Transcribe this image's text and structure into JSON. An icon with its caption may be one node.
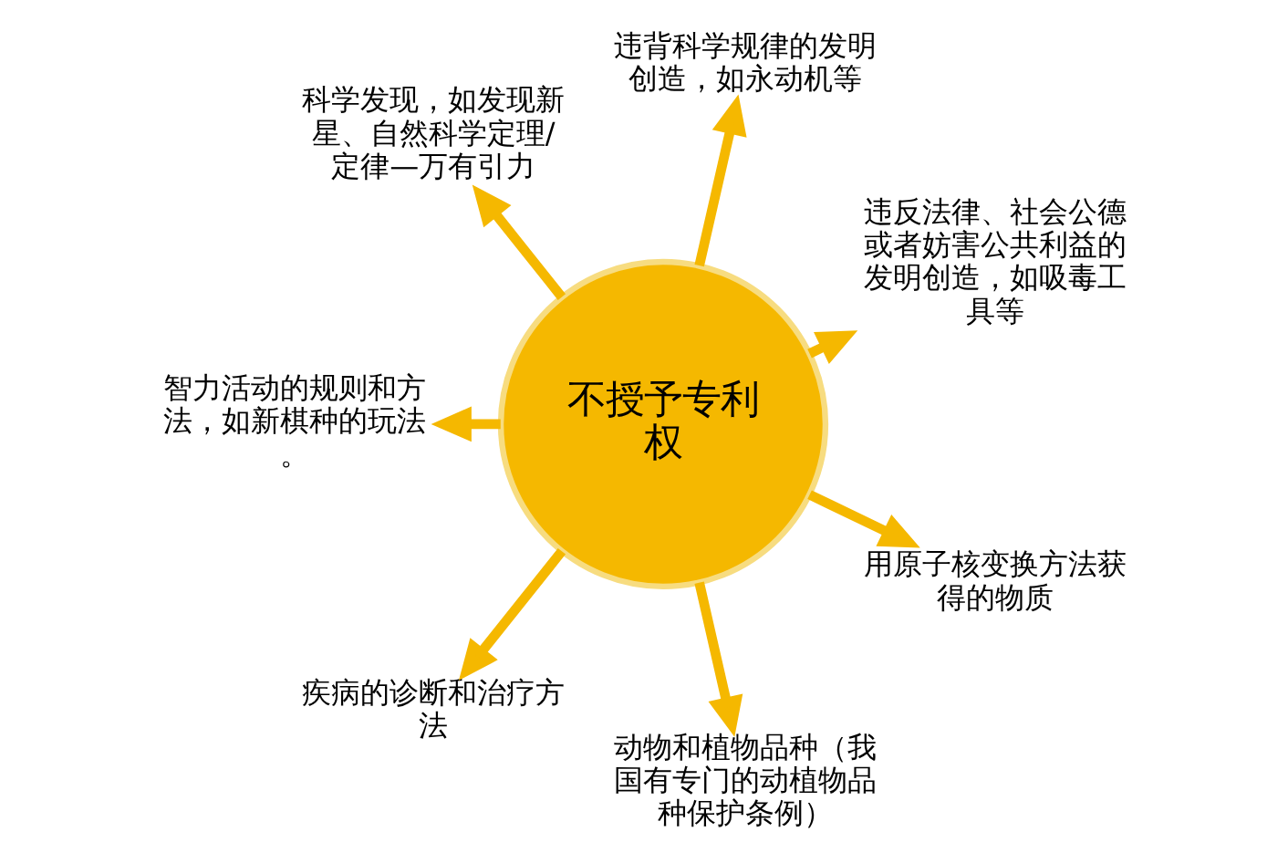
{
  "diagram": {
    "nodes": [
      {
        "text": [
          "不授予专利权"
        ]
      },
      {
        "text": [
          "违反法律、社会公德或者妨害公共利益的发明创造，如吸毒工具等"
        ]
      },
      {
        "text": [
          "违背科学规律的发明创造，如永动机等"
        ]
      },
      {
        "text": [
          "科学发现，如发现新星、自然科学定理/定律—万有引力"
        ]
      },
      {
        "text": [
          "智力活动的规则和方法，如新棋种的玩法。"
        ]
      },
      {
        "text": [
          "疾病的诊断和治疗方法"
        ]
      },
      {
        "text": [
          "动物和植物品种（我国有专门的动植物品种保护条例）"
        ]
      },
      {
        "text": [
          "用原子核变换方法获得的物质"
        ]
      }
    ],
    "edges": [
      {
        "from": 0,
        "to": 1,
        "arrow": "to"
      },
      {
        "from": 0,
        "to": 2,
        "arrow": "to"
      },
      {
        "from": 0,
        "to": 3,
        "arrow": "to"
      },
      {
        "from": 0,
        "to": 4,
        "arrow": "to"
      },
      {
        "from": 0,
        "to": 5,
        "arrow": "to"
      },
      {
        "from": 0,
        "to": 6,
        "arrow": "to"
      },
      {
        "from": 0,
        "to": 7,
        "arrow": "to"
      }
    ]
  }
}
